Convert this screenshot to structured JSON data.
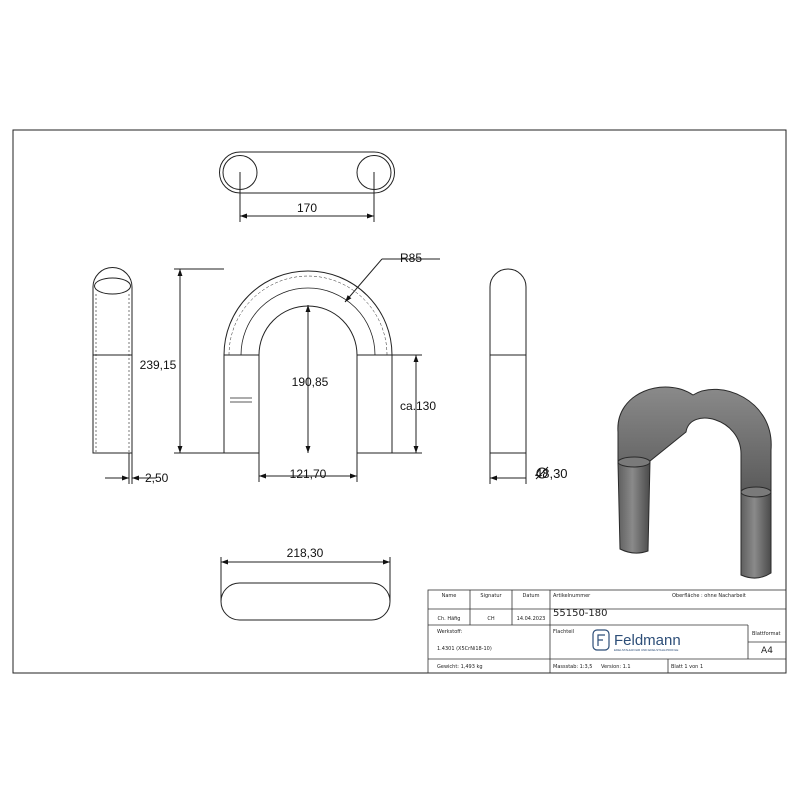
{
  "dimensions": {
    "top_width": "170",
    "radius": "R85",
    "overall_height": "239,15",
    "inner_height": "190,85",
    "straight_length": "ca.130",
    "wall_thickness": "2,50",
    "inner_width": "121,70",
    "diameter": "48,30",
    "outer_width": "218,30"
  },
  "title_block": {
    "headers": {
      "name": "Name",
      "signature": "Signatur",
      "date": "Datum",
      "article_number": "Artikelnummer",
      "surface": "Oberfläche : ohne Nacharbeit"
    },
    "row1": {
      "name": "Ch. Häfig",
      "signature": "CH",
      "date": "14.04.2023",
      "article_number": "55150-180"
    },
    "material_label": "Werkstoff:",
    "material_value": "1.4301 (X5CrNi18-10)",
    "weight": "Gewicht: 1,493 kg",
    "description": "Flachteil",
    "company": "Feldmann",
    "company_tagline": "EDELSTAHLROHR UND EDELSTAHLPROFILE",
    "sheet_format_label": "Blattformat",
    "sheet_format": "A4",
    "scale": "Massstab: 1:3,5",
    "version": "Version: 1.1",
    "sheet": "Blatt 1 von 1"
  }
}
